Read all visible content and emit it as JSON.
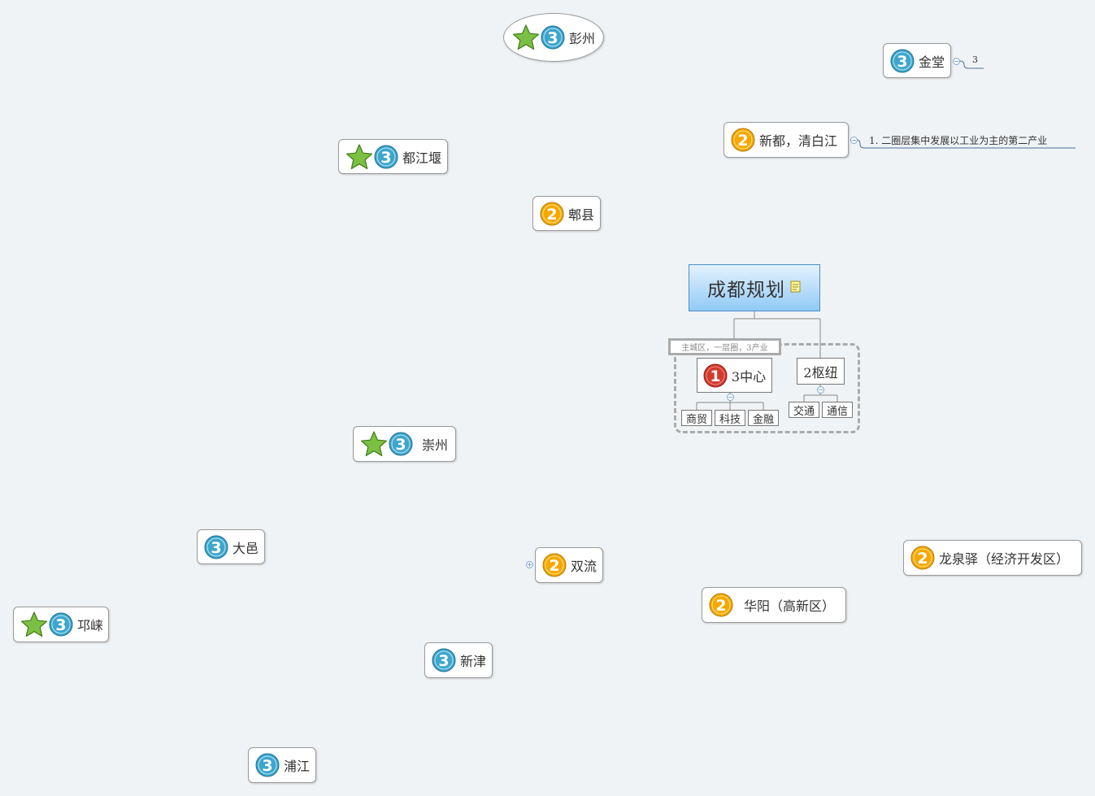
{
  "central": {
    "title": "成都规划",
    "note_icon": "note-icon"
  },
  "boundary": {
    "label": "主城区，一层圈，3产业"
  },
  "centers": {
    "title": "3中心",
    "priority": "1",
    "items": [
      "商贸",
      "科技",
      "金融"
    ]
  },
  "hubs": {
    "title": "2枢纽",
    "items": [
      "交通",
      "通信"
    ]
  },
  "topics": {
    "pengzhou": {
      "label": "彭州",
      "priority": "3",
      "star": true
    },
    "jintang": {
      "label": "金堂",
      "priority": "3",
      "note": "3"
    },
    "xindu": {
      "label": "新都，清白江",
      "priority": "2",
      "note": "1.  二圈层集中发展以工业为主的第二产业"
    },
    "dujiangyan": {
      "label": "都江堰",
      "priority": "3",
      "star": true
    },
    "pixian": {
      "label": "郫县",
      "priority": "2"
    },
    "chongzhou": {
      "label": "崇州",
      "priority": "3",
      "star": true
    },
    "dayi": {
      "label": "大邑",
      "priority": "3"
    },
    "shuangliu": {
      "label": "双流",
      "priority": "2"
    },
    "longquanyi": {
      "label": "龙泉驿（经济开发区）",
      "priority": "2"
    },
    "huayang": {
      "label": "华阳（高新区）",
      "priority": "2"
    },
    "qionglai": {
      "label": "邛崃",
      "priority": "3",
      "star": true
    },
    "xinjin": {
      "label": "新津",
      "priority": "3"
    },
    "pujiang": {
      "label": "浦江",
      "priority": "3"
    }
  },
  "colors": {
    "priority_1": "#c62828",
    "priority_2": "#f5a800",
    "priority_3": "#3ea6cc",
    "star": "#7cc043"
  }
}
